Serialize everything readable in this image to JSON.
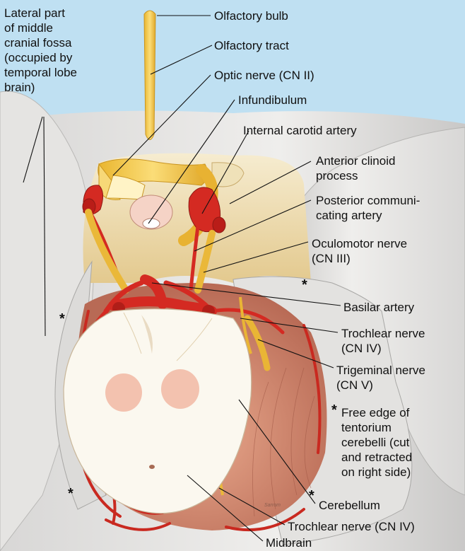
{
  "labels": {
    "lateral_part": [
      "Lateral part",
      "of middle",
      "cranial fossa",
      "(occupied by",
      "temporal lobe",
      "brain)"
    ],
    "olfactory_bulb": "Olfactory bulb",
    "olfactory_tract": "Olfactory tract",
    "optic_nerve": "Optic nerve (CN II)",
    "infundibulum": "Infundibulum",
    "internal_carotid": "Internal carotid artery",
    "anterior_clinoid": [
      "Anterior clinoid",
      "process"
    ],
    "posterior_communicating": [
      "Posterior communi-",
      "cating artery"
    ],
    "oculomotor": [
      "Oculomotor nerve",
      "(CN III)"
    ],
    "basilar": "Basilar artery",
    "trochlear_right": [
      "Trochlear nerve",
      "(CN IV)"
    ],
    "trigeminal": [
      "Trigeminal nerve",
      "(CN V)"
    ],
    "free_edge": [
      "Free edge of",
      "tentorium",
      "cerebelli (cut",
      "and retracted",
      "on right side)"
    ],
    "cerebellum": "Cerebellum",
    "trochlear_bottom": "Trochlear nerve (CN IV)",
    "midbrain": "Midbrain",
    "asterisk": "*"
  },
  "colors": {
    "background": "#bfe0f2",
    "dura": "#e8e6e4",
    "bone": "#f2e6c8",
    "nerve": "#f4c94a",
    "artery": "#d42a22",
    "midbrain": "#fbf8ef",
    "cerebellum": "#d9957a"
  }
}
